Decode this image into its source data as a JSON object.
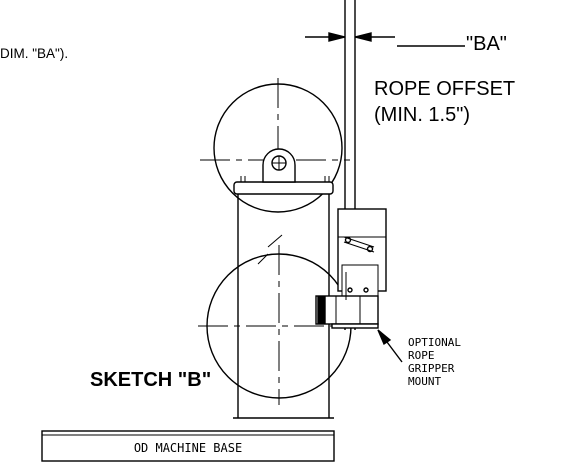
{
  "labels": {
    "dim_note": "DIM. \"BA\").",
    "ba_label": "\"BA\"",
    "rope_offset_line1": "ROPE OFFSET",
    "rope_offset_line2": "(MIN. 1.5\")",
    "optional_line1": "OPTIONAL",
    "optional_line2": "ROPE",
    "optional_line3": "GRIPPER",
    "optional_line4": "MOUNT",
    "sketch_title": "SKETCH \"B\"",
    "base_label": "OD MACHINE BASE"
  },
  "colors": {
    "line": "#000000",
    "background": "#ffffff"
  }
}
